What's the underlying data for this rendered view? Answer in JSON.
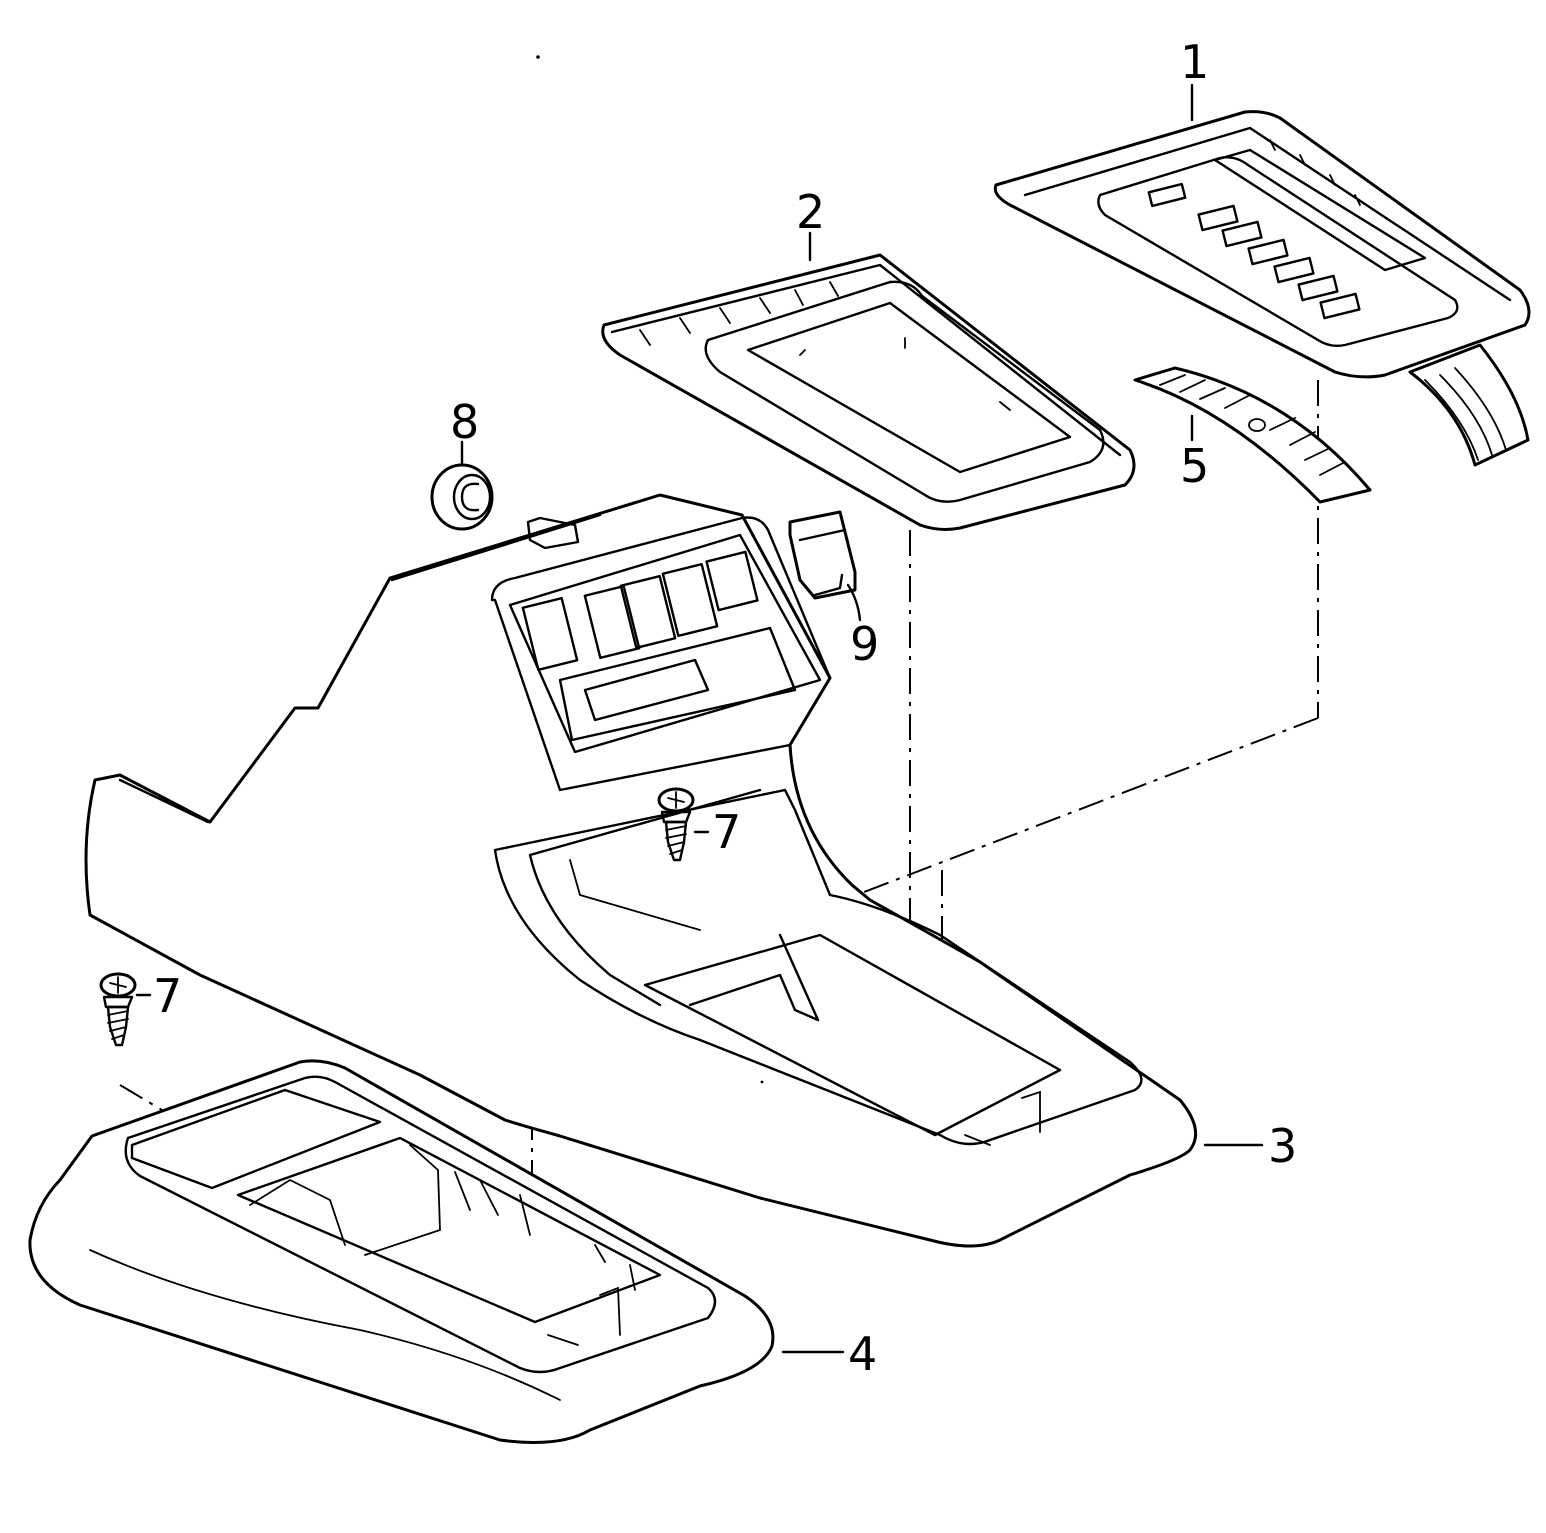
{
  "callouts": [
    {
      "id": "c1",
      "text": "1"
    },
    {
      "id": "c2",
      "text": "2"
    },
    {
      "id": "c3",
      "text": "3"
    },
    {
      "id": "c4",
      "text": "4"
    },
    {
      "id": "c5",
      "text": "5"
    },
    {
      "id": "c7a",
      "text": "7"
    },
    {
      "id": "c7b",
      "text": "7"
    },
    {
      "id": "c8",
      "text": "8"
    },
    {
      "id": "c9",
      "text": "9"
    }
  ],
  "colors": {
    "line": "#000000",
    "background": "#ffffff"
  }
}
